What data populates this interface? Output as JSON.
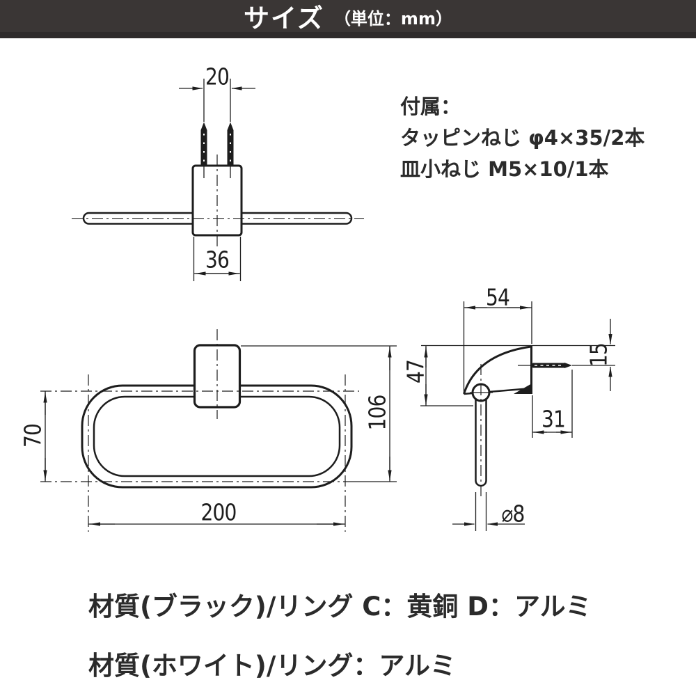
{
  "header": {
    "title": "サイズ",
    "unit": "（単位：mm）"
  },
  "accessories": {
    "heading": "付属：",
    "items": [
      "タッピンねじ φ4×35/2本",
      "皿小ねじ M5×10/1本"
    ]
  },
  "materials": [
    "材質(ブラック)/リング C：黄銅 D：アルミ",
    "材質(ホワイト)/リング：アルミ"
  ],
  "dimensions": {
    "top_view": {
      "pin_spacing": "20",
      "bracket_width": "36"
    },
    "front_view": {
      "ring_inner_height": "70",
      "ring_width": "200",
      "overall_height": "106"
    },
    "side_view": {
      "bracket_depth": "54",
      "bracket_height": "47",
      "screw_offset": "15",
      "screw_protrusion": "31",
      "ring_bar_diameter": "⌀8"
    }
  },
  "colors": {
    "header_bg": "#3a3635",
    "header_band": "#2e2b2b",
    "line": "#1d1d1d",
    "text": "#2b2b2b",
    "background": "#ffffff"
  }
}
